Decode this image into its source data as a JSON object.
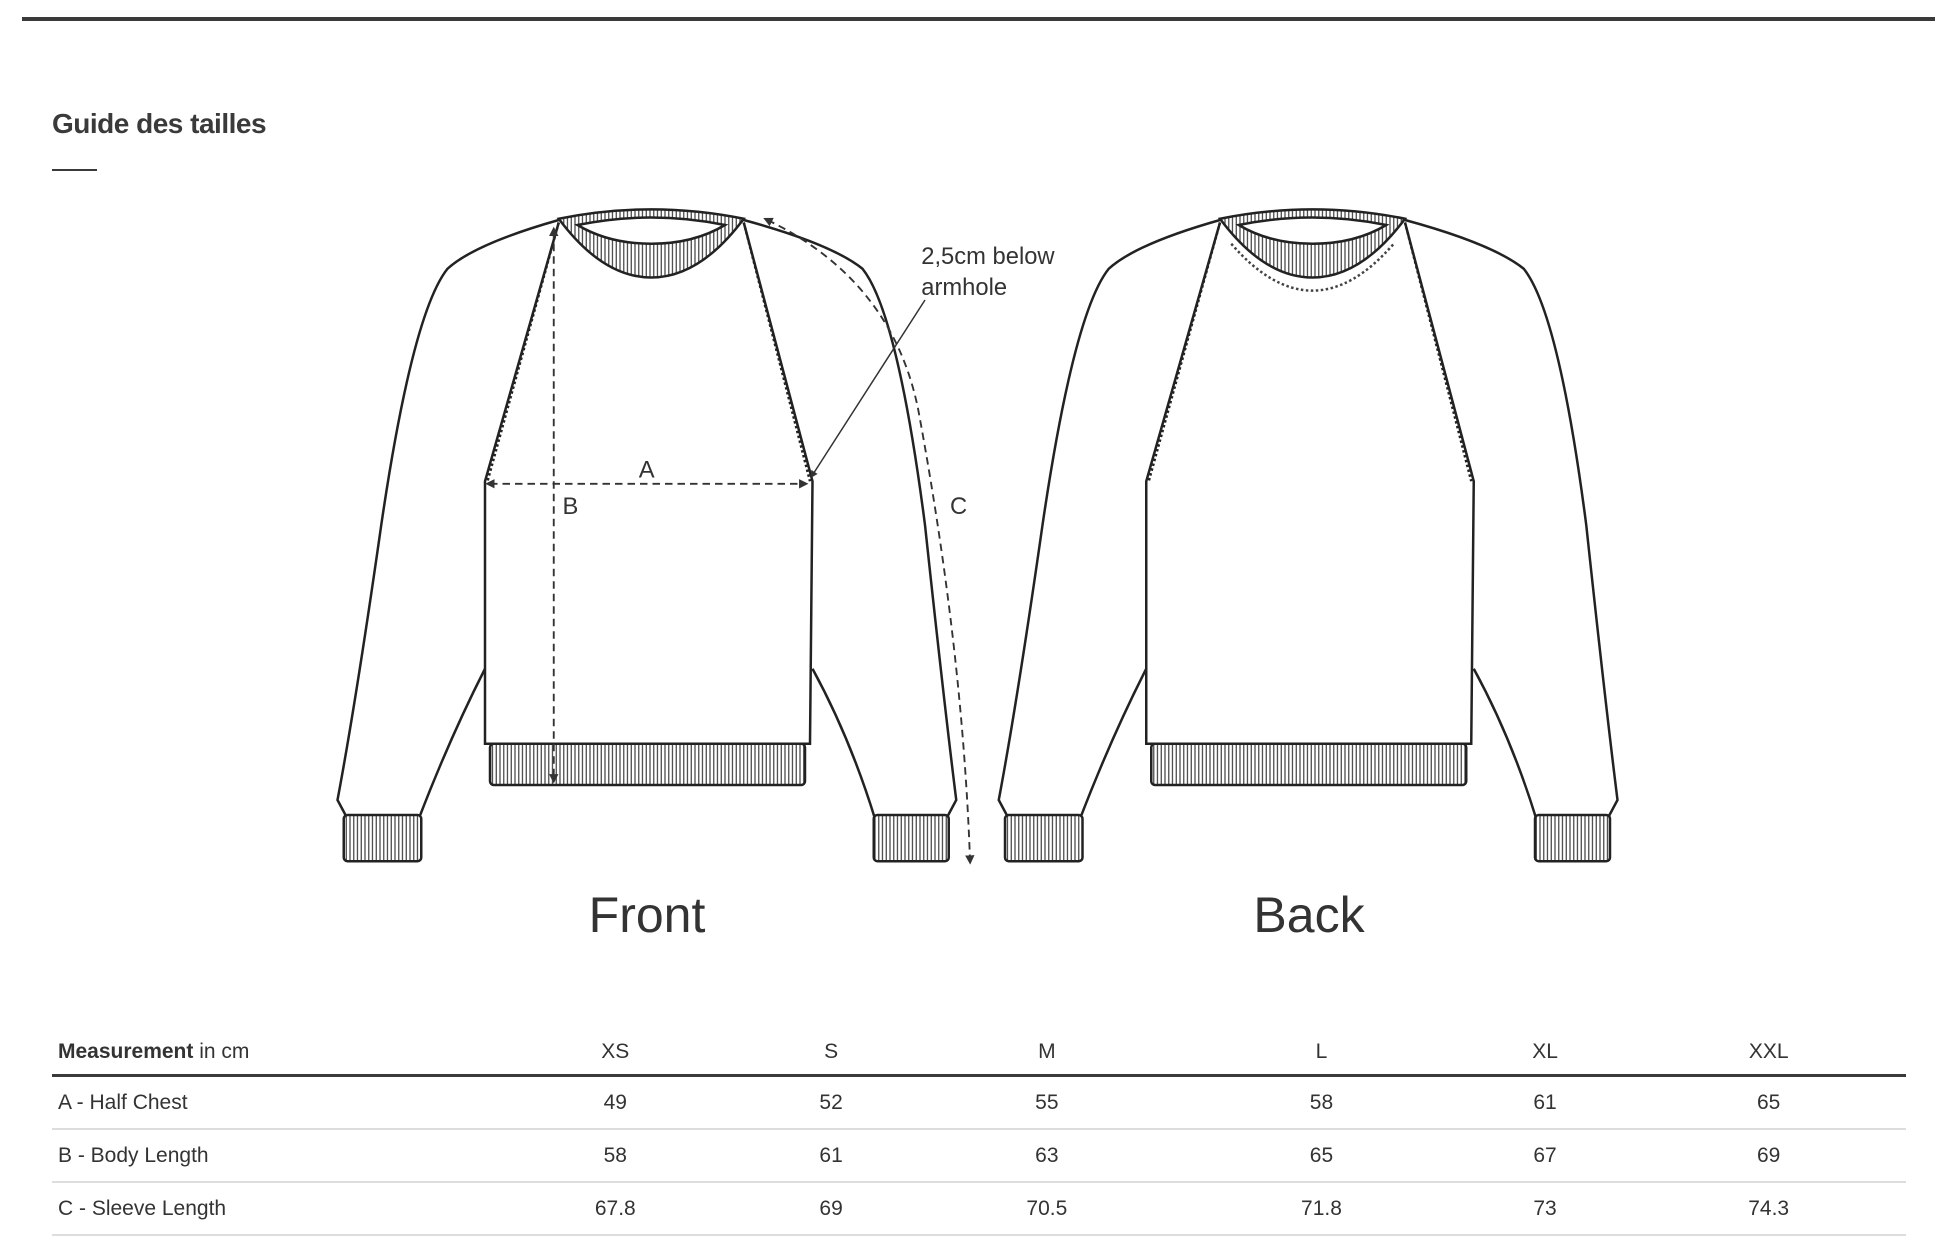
{
  "header": {
    "title": "Guide des tailles"
  },
  "diagram": {
    "labels": {
      "a": "A",
      "b": "B",
      "c": "C",
      "note_line1": "2,5cm below",
      "note_line2": "armhole"
    },
    "front_label": "Front",
    "back_label": "Back"
  },
  "table": {
    "header_bold": "Measurement",
    "header_unit": " in cm",
    "sizes": [
      "XS",
      "S",
      "M",
      "L",
      "XL",
      "XXL"
    ],
    "rows": [
      {
        "label": "A - Half Chest",
        "values": [
          "49",
          "52",
          "55",
          "58",
          "61",
          "65"
        ]
      },
      {
        "label": "B - Body Length",
        "values": [
          "58",
          "61",
          "63",
          "65",
          "67",
          "69"
        ]
      },
      {
        "label": "C - Sleeve Length",
        "values": [
          "67.8",
          "69",
          "70.5",
          "71.8",
          "73",
          "74.3"
        ]
      }
    ]
  }
}
